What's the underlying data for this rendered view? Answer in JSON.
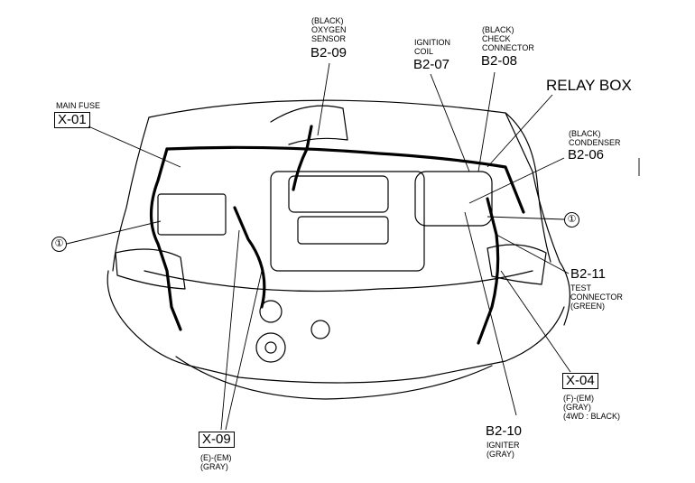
{
  "labels": {
    "main_fuse": {
      "name": "MAIN FUSE",
      "code": "X-01"
    },
    "oxygen_sensor": {
      "color": "(BLACK)",
      "line1": "OXYGEN",
      "line2": "SENSOR",
      "code": "B2-09"
    },
    "ignition_coil": {
      "line1": "IGNITION",
      "line2": "COIL",
      "code": "B2-07"
    },
    "check_connector": {
      "color": "(BLACK)",
      "line1": "CHECK",
      "line2": "CONNECTOR",
      "code": "B2-08"
    },
    "relay_box": {
      "name": "RELAY BOX"
    },
    "condenser": {
      "color": "(BLACK)",
      "line1": "CONDENSER",
      "code": "B2-06"
    },
    "circle_left": "①",
    "circle_right": "①",
    "test_connector": {
      "code": "B2-11",
      "line1": "TEST",
      "line2": "CONNECTOR",
      "line3": "(GREEN)"
    },
    "x04": {
      "code": "X-04",
      "line1": "(F)-(EM)",
      "line2": "(GRAY)",
      "line3": "(4WD : BLACK)"
    },
    "igniter": {
      "code": "B2-10",
      "line1": "IGNITER",
      "line2": "(GRAY)"
    },
    "x09": {
      "code": "X-09",
      "line1": "(E)-(EM)",
      "line2": "(GRAY)"
    }
  }
}
